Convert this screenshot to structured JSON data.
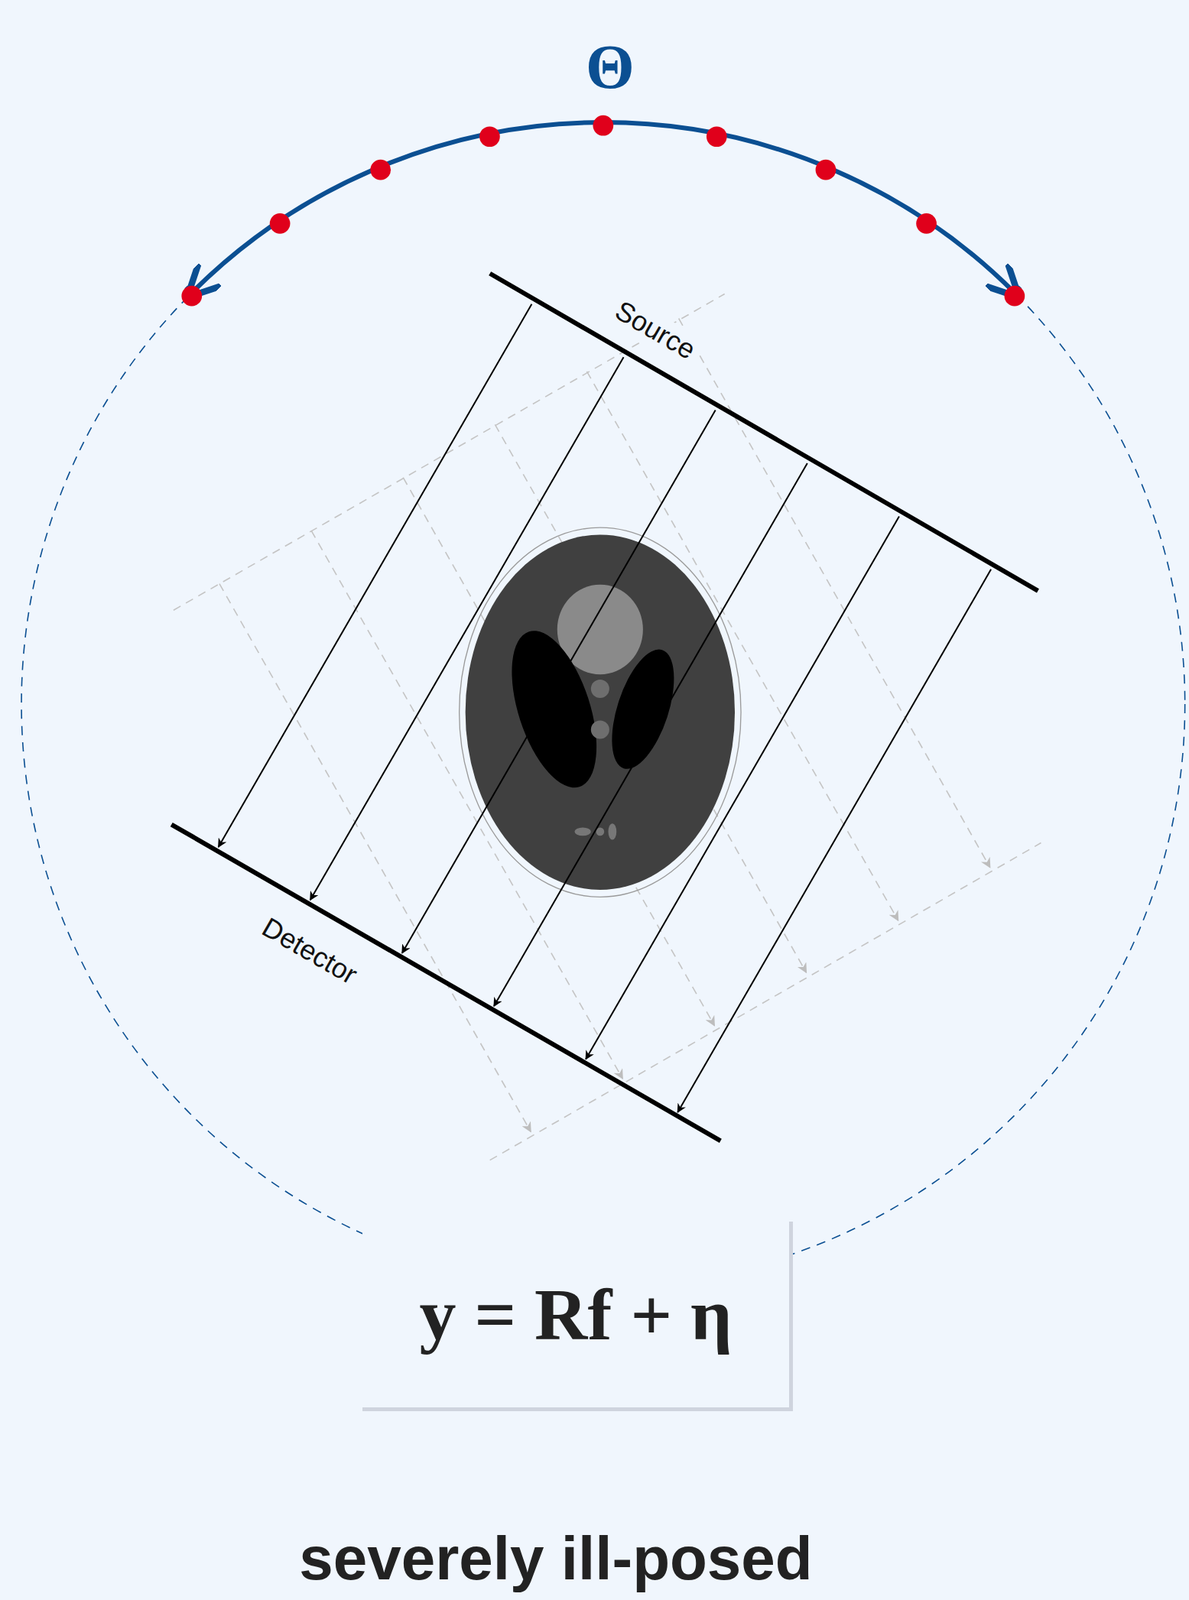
{
  "diagram": {
    "caption": "severely ill-posed",
    "nodes": [
      {
        "text": [
          "y = Rf + η"
        ]
      }
    ],
    "labels": [
      "Θ",
      "Source",
      "Detector"
    ]
  }
}
